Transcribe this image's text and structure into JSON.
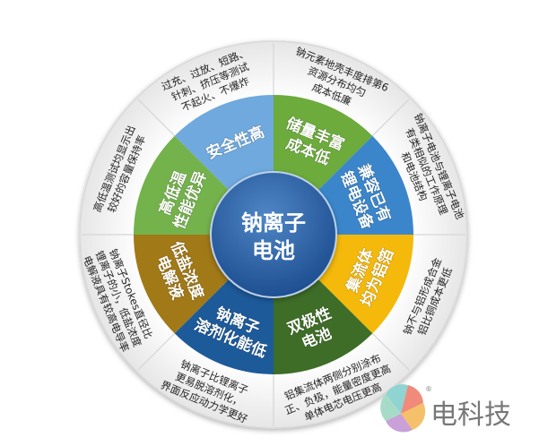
{
  "center": {
    "lines": [
      "钠离子",
      "电池"
    ],
    "color": "#2a63a8"
  },
  "sectors": [
    {
      "label": [
        "安全性高"
      ],
      "color": "#6fa9dd",
      "detail": [
        "过充、过放、短路、",
        "针刺、挤压等测试",
        "不起火、不爆炸"
      ]
    },
    {
      "label": [
        "储量丰富",
        "成本低"
      ],
      "color": "#6cab3c",
      "detail": [
        "钠元素地壳丰度排第6",
        "资源分布均匀",
        "成本低廉"
      ]
    },
    {
      "label": [
        "兼容已有",
        "锂电设备"
      ],
      "color": "#3b86cb",
      "detail": [
        "钠离子电池与锂离子电池",
        "有类相似的工作原理",
        "和电池结构"
      ]
    },
    {
      "label": [
        "集流体",
        "均为铝箔"
      ],
      "color": "#f4b90b",
      "detail": [
        "钠不与铝形成合金",
        "铝比铜成本更低"
      ]
    },
    {
      "label": [
        "双极性",
        "电池"
      ],
      "color": "#3e6d27",
      "detail": [
        "铝集流体两侧分别涂布",
        "正、负极，能量密度更高",
        "单体电芯电压更高"
      ]
    },
    {
      "label": [
        "钠离子",
        "溶剂化能低"
      ],
      "color": "#1d5a9a",
      "detail": [
        "钠离子比锂离子",
        "更易脱溶剂化，",
        "界面反应动力学更好"
      ]
    },
    {
      "label": [
        "低盐浓度",
        "电解液"
      ],
      "color": "#a17917",
      "detail": [
        "钠离子Stokes直径比",
        "锂离子的小，低盐浓度",
        "电解液具有较高电导率"
      ]
    },
    {
      "label": [
        "高低温",
        "性能优异"
      ],
      "color": "#74b24b",
      "detail": [
        "高低温测试均显示出",
        "较好的容量保持率"
      ]
    }
  ],
  "logo": {
    "text": "电科技",
    "mark": "®"
  }
}
